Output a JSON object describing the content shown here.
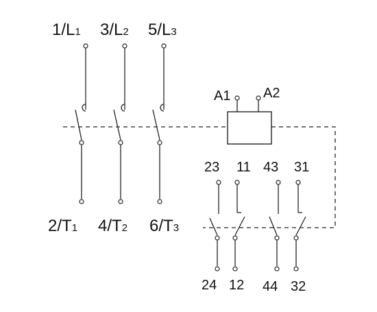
{
  "main_contacts": {
    "pole1": {
      "line_main": "1/L",
      "line_sub": "1",
      "load_main": "2/T",
      "load_sub": "1"
    },
    "pole2": {
      "line_main": "3/L",
      "line_sub": "2",
      "load_main": "4/T",
      "load_sub": "2"
    },
    "pole3": {
      "line_main": "5/L",
      "line_sub": "3",
      "load_main": "6/T",
      "load_sub": "3"
    }
  },
  "coil": {
    "terminal_a1": "A1",
    "terminal_a2": "A2"
  },
  "aux_contacts": {
    "no1": {
      "top": "23",
      "bottom": "24"
    },
    "nc1": {
      "top": "11",
      "bottom": "12"
    },
    "no2": {
      "top": "43",
      "bottom": "44"
    },
    "nc2": {
      "top": "31",
      "bottom": "32"
    }
  }
}
